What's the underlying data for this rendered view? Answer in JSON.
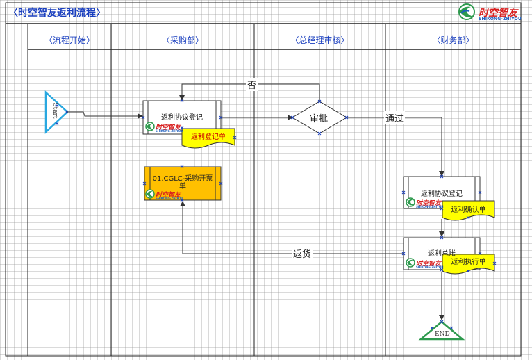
{
  "title": "〈时空智友返利流程〉",
  "logo": {
    "main": "时空智友",
    "sub": "SHIKONG-ZHIYOU"
  },
  "lanes": [
    "〈流程开始〉",
    "〈采购部〉",
    "〈总经理审核〉",
    "〈财务部〉"
  ],
  "nodes": {
    "start": "Start",
    "end": "END",
    "register": "返利协议登记",
    "register_doc": "返利登记单",
    "approve": "审批",
    "cglc": "01.CGLC-采购开票单",
    "finance_register": "返利协议登记",
    "confirm_doc": "返利确认单",
    "settle": "返利总账",
    "execute_doc": "返利执行单"
  },
  "flow_labels": {
    "no": "否",
    "pass": "通过",
    "return_goods": "返货"
  },
  "mini_logo": {
    "main": "时空智友",
    "sub": "SHIKONG-ZHIYOU"
  },
  "colors": {
    "lane_text": "#1a3fbf",
    "start": "#29a8e0",
    "end": "#2e9a4e",
    "doc_fill": "#ffff00",
    "cglc_fill": "#ffc000"
  }
}
